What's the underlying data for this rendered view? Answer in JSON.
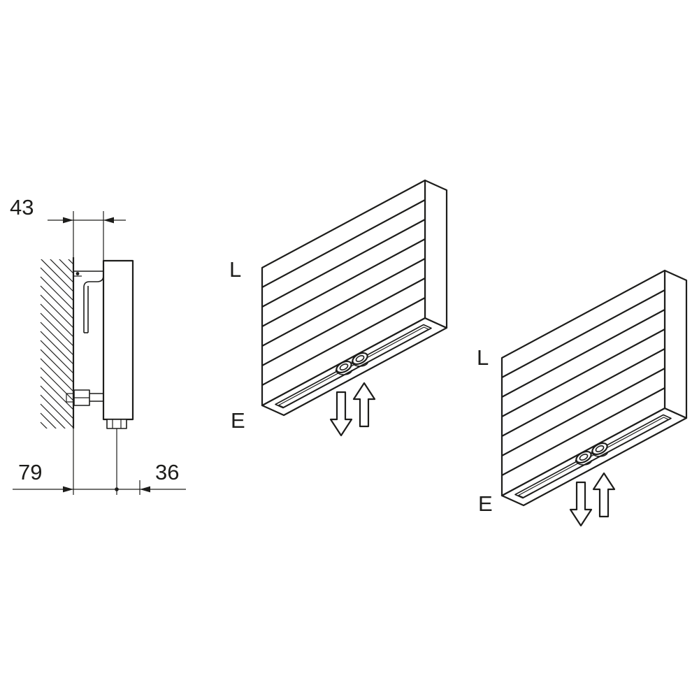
{
  "colors": {
    "background": "#ffffff",
    "line": "#1d1d1b"
  },
  "side_view": {
    "dim_top": "43",
    "dim_bottom_left": "79",
    "dim_bottom_right": "36"
  },
  "iso_left": {
    "label_top": "L",
    "label_bottom": "E"
  },
  "iso_right": {
    "label_top": "L",
    "label_bottom": "E"
  }
}
